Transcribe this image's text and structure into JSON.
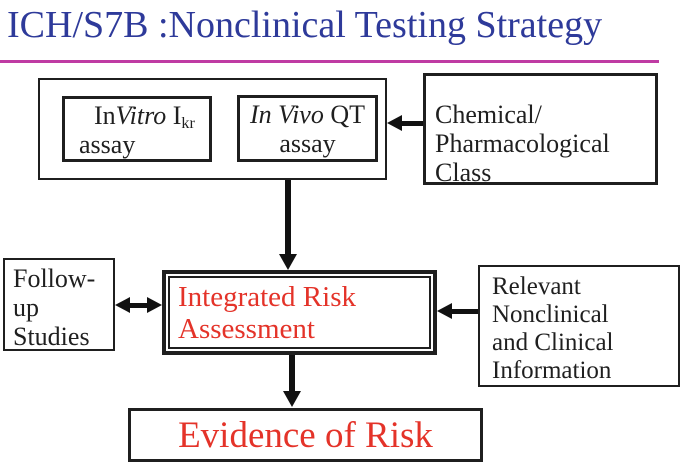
{
  "title": "ICH/S7B :Nonclinical Testing Strategy",
  "colors": {
    "title_blue": "#2e3a9a",
    "rule_magenta": "#bf3ba3",
    "risk_red": "#e43329",
    "line_black": "#1f1f1f"
  },
  "diagram": {
    "invitro_box": {
      "pre": "In",
      "italic": "Vitro",
      "symbol": "I",
      "subscript": "kr",
      "line2": "assay"
    },
    "invivo_box": {
      "italic": "In Vivo",
      "rest": "QT",
      "line2": "assay"
    },
    "chemical_box": {
      "line1": "Chemical/",
      "line2": "Pharmacological Class"
    },
    "followup_box": {
      "line1": "Follow-",
      "line2": "up",
      "line3": "Studies"
    },
    "integrated_box": {
      "line1": "Integrated Risk",
      "line2": "Assessment"
    },
    "relevant_box": {
      "line1": "Relevant",
      "line2": "Nonclinical",
      "line3": "and Clinical",
      "line4": "Information"
    },
    "evidence_box": {
      "label": "Evidence of Risk"
    }
  }
}
